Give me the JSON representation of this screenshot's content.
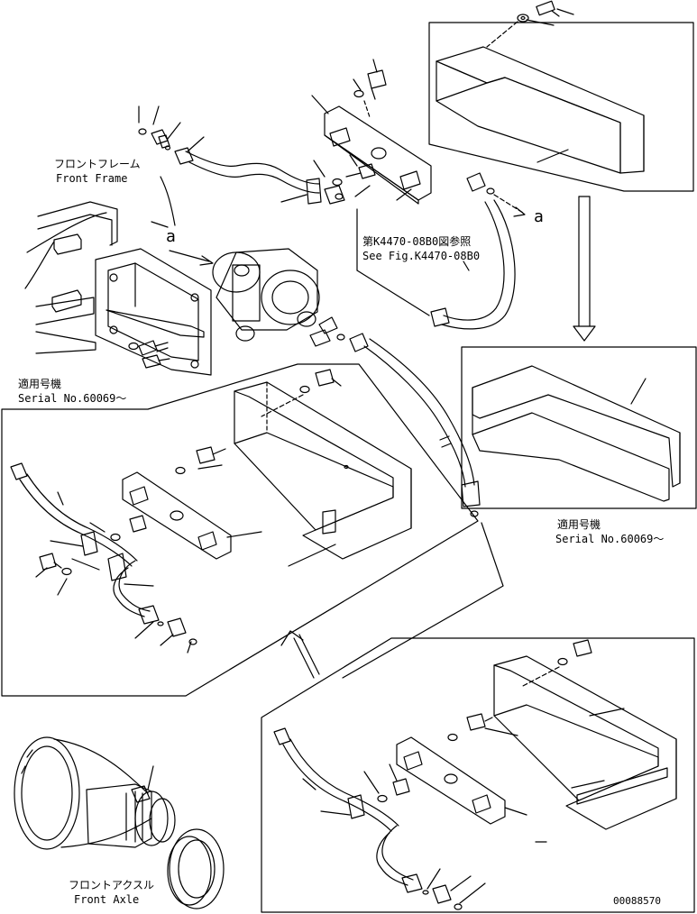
{
  "labels": {
    "front_frame_jp": "フロントフレーム",
    "front_frame_en": "Front Frame",
    "ref_a_upper": "a",
    "ref_a_left": "a",
    "see_fig_jp": "第K4470-08B0図参照",
    "see_fig_en": "See Fig.K4470-08B0",
    "serial_left_jp": "適用号機",
    "serial_left_en": "Serial No.60069～",
    "serial_right_jp": "適用号機",
    "serial_right_en": "Serial No.60069～",
    "front_axle_jp": "フロントアクスル",
    "front_axle_en": "Front Axle",
    "drawing_number": "00088570"
  }
}
